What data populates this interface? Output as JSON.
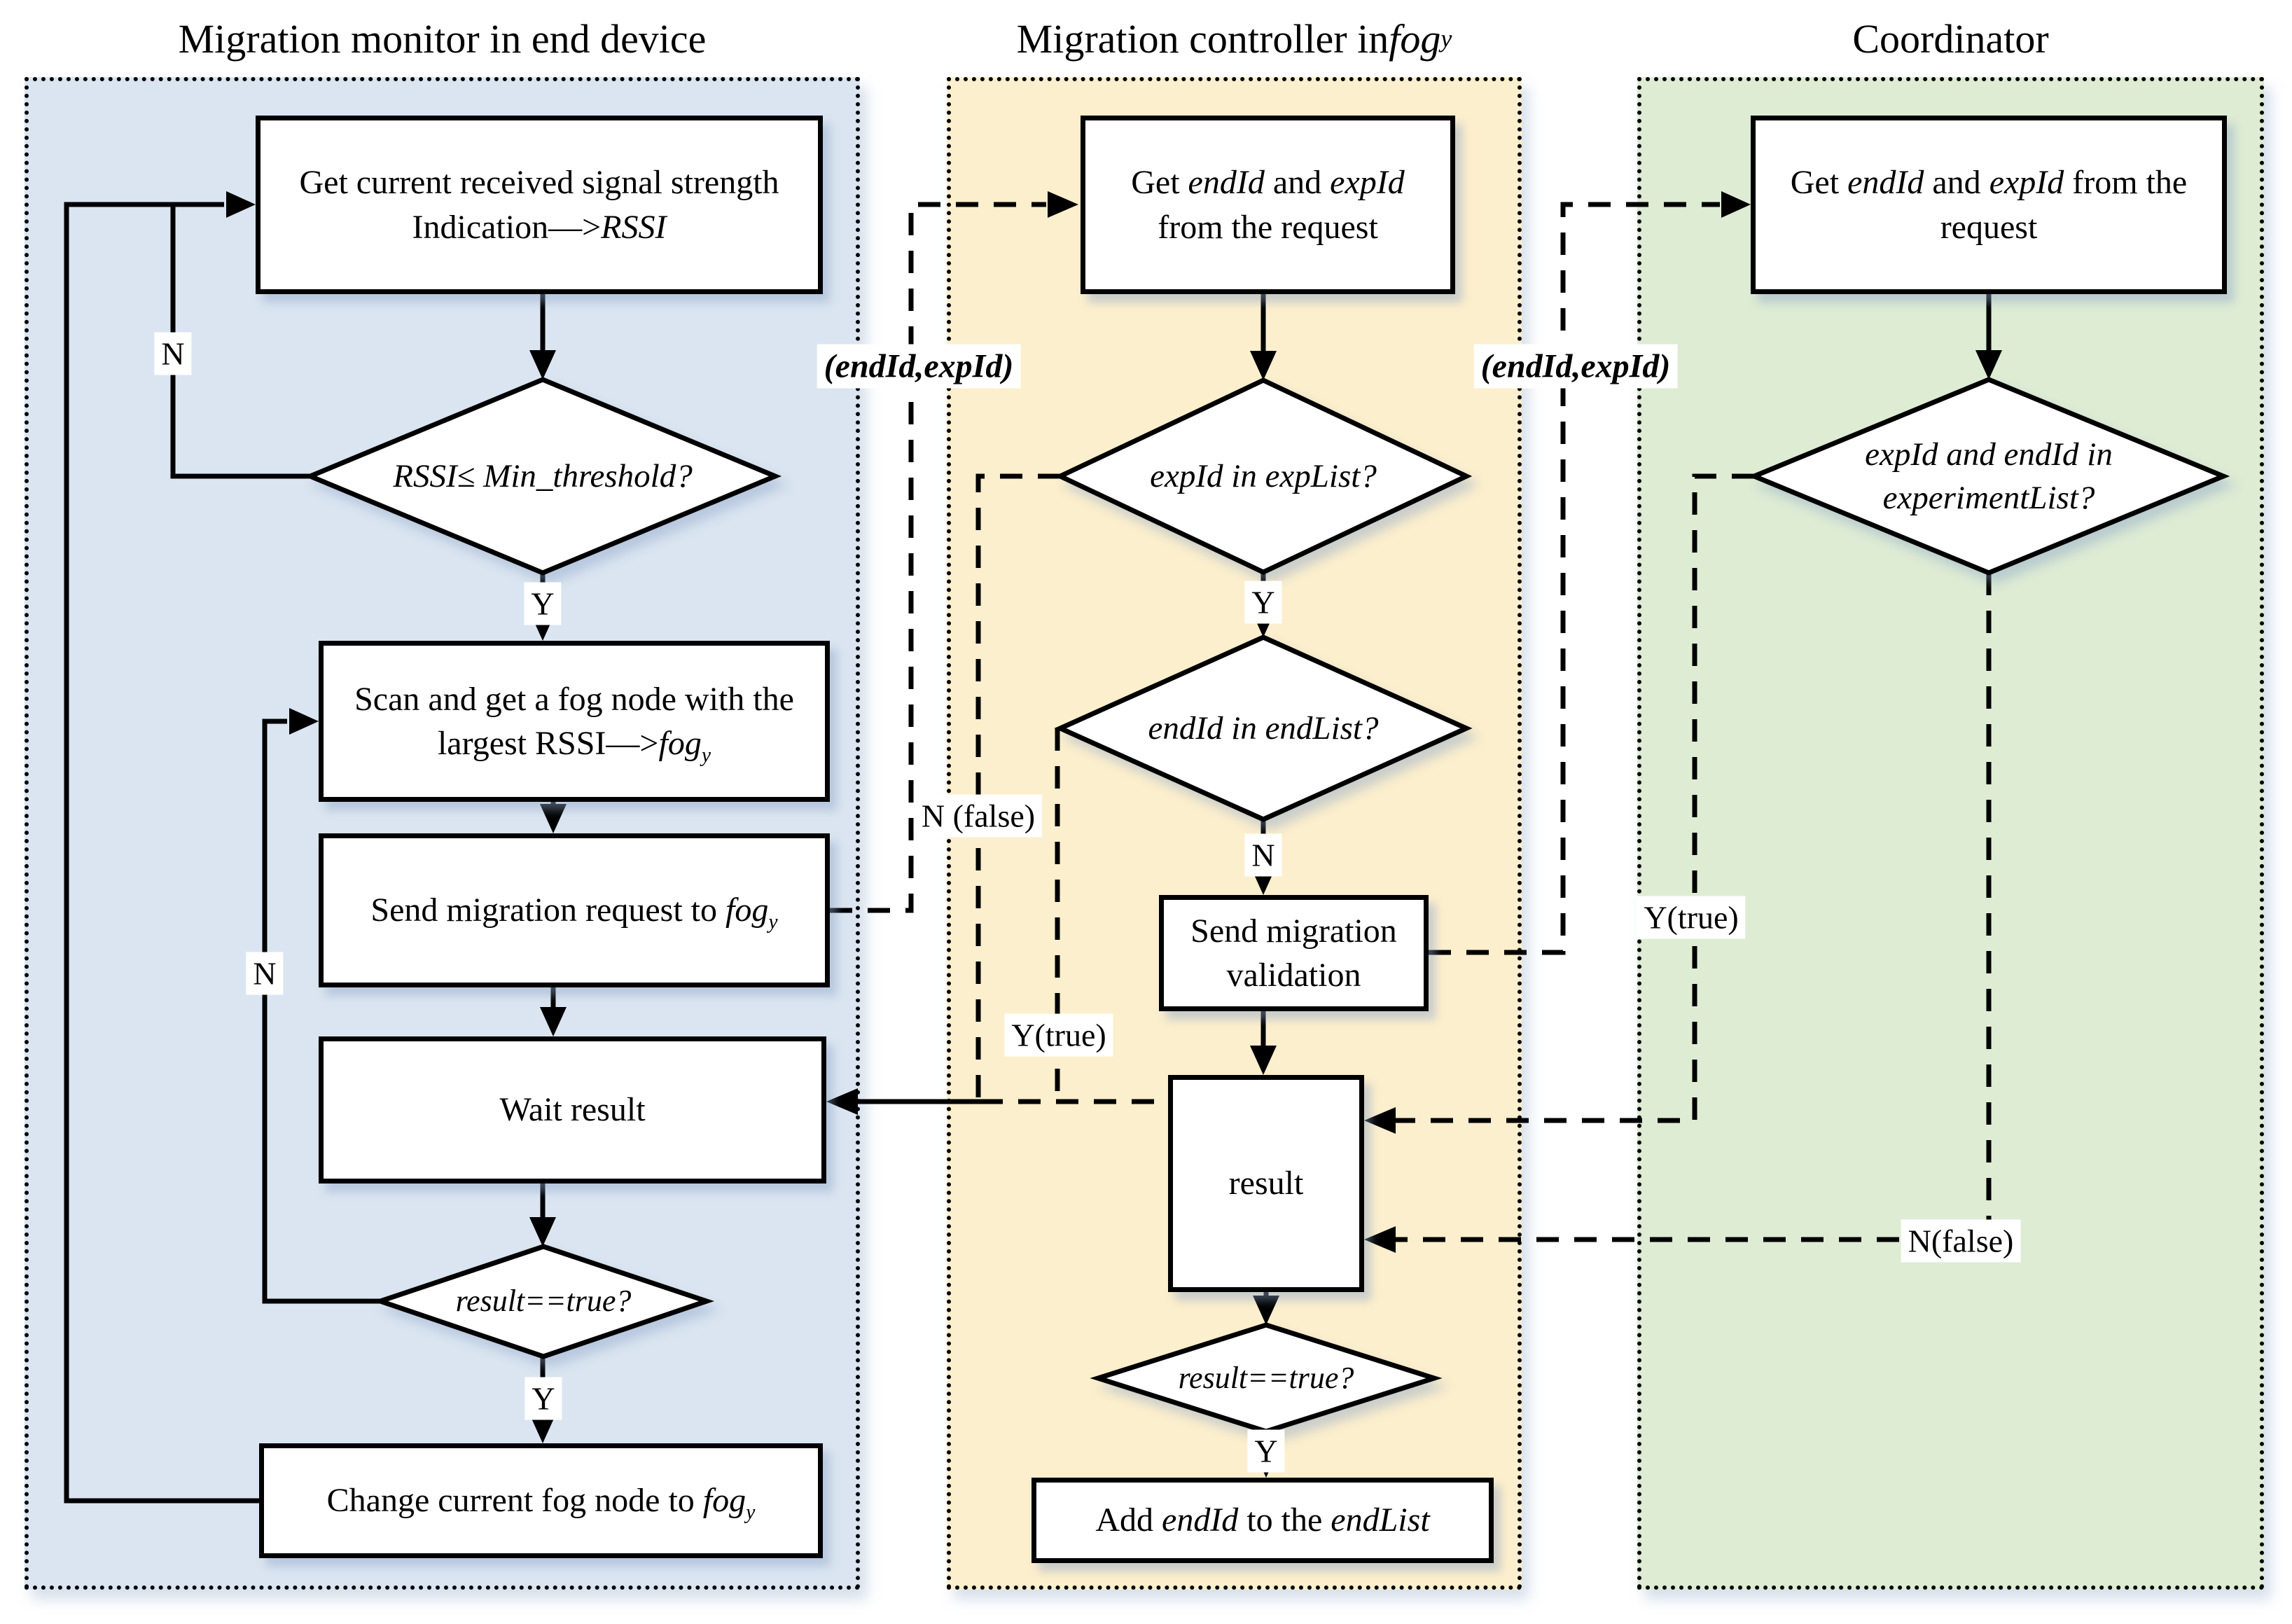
{
  "colors": {
    "lane_monitor_bg": "#dbe5f1",
    "lane_controller_bg": "#fcefcd",
    "lane_coordinator_bg": "#deecd4",
    "stroke": "#000000",
    "shape_fill": "#ffffff"
  },
  "lanes": [
    {
      "title_parts": [
        {
          "t": "Migration monitor in end device"
        }
      ]
    },
    {
      "title_parts": [
        {
          "t": "Migration controller in "
        },
        {
          "t": "fog",
          "i": 1
        },
        {
          "t": "y",
          "i": 1,
          "sub": 1
        }
      ]
    },
    {
      "title_parts": [
        {
          "t": "Coordinator"
        }
      ]
    }
  ],
  "nodes": {
    "a1": {
      "parts": [
        {
          "t": "Get current received signal strength Indication—>"
        },
        {
          "t": "RSSI",
          "i": 1
        }
      ]
    },
    "d1": {
      "parts": [
        {
          "t": "RSSI≤ Min_threshold?",
          "i": 1
        }
      ]
    },
    "a3": {
      "parts": [
        {
          "t": "Scan and get a fog node with the largest RSSI—>"
        },
        {
          "t": "fog",
          "i": 1
        },
        {
          "t": "y",
          "i": 1,
          "sub": 1
        }
      ]
    },
    "a4": {
      "parts": [
        {
          "t": "Send migration request to "
        },
        {
          "t": "fog",
          "i": 1
        },
        {
          "t": "y",
          "i": 1,
          "sub": 1
        }
      ]
    },
    "a5": {
      "parts": [
        {
          "t": "Wait result"
        }
      ]
    },
    "d2": {
      "parts": [
        {
          "t": "result==true?",
          "i": 1
        }
      ]
    },
    "a7": {
      "parts": [
        {
          "t": "Change current fog node to "
        },
        {
          "t": "fog",
          "i": 1
        },
        {
          "t": "y",
          "i": 1,
          "sub": 1
        }
      ]
    },
    "b1": {
      "parts": [
        {
          "t": "Get "
        },
        {
          "t": "endId",
          "i": 1
        },
        {
          "t": " and "
        },
        {
          "t": "expId",
          "i": 1
        },
        {
          "t": " from the request"
        }
      ]
    },
    "d3": {
      "parts": [
        {
          "t": "expId in expList?",
          "i": 1
        }
      ]
    },
    "d4": {
      "parts": [
        {
          "t": "endId in endList?",
          "i": 1
        }
      ]
    },
    "b2": {
      "parts": [
        {
          "t": "Send migration validation"
        }
      ]
    },
    "b3": {
      "parts": [
        {
          "t": "result"
        }
      ]
    },
    "d5": {
      "parts": [
        {
          "t": "result==true?",
          "i": 1
        }
      ]
    },
    "b4": {
      "parts": [
        {
          "t": "Add "
        },
        {
          "t": "endId",
          "i": 1
        },
        {
          "t": " to the "
        },
        {
          "t": "endList",
          "i": 1
        }
      ]
    },
    "c1": {
      "parts": [
        {
          "t": "Get "
        },
        {
          "t": "endId",
          "i": 1
        },
        {
          "t": " and "
        },
        {
          "t": "expId",
          "i": 1
        },
        {
          "t": " from the request"
        }
      ]
    },
    "d6": {
      "parts": [
        {
          "t": "expId and endId  in",
          "i": 1
        },
        {
          "br": 1
        },
        {
          "t": "experimentList?",
          "i": 1
        }
      ]
    }
  },
  "edge_labels": {
    "n1": "N",
    "y1": "Y",
    "n2": "N",
    "y2": "Y",
    "y3": "Y",
    "n4": "N",
    "y5": "Y",
    "nfalse_mid": "N (false)",
    "ytrue_mid": "Y(true)",
    "ytrue_right": "Y(true)",
    "nfalse_right": "N(false)",
    "req1": "(endId,expId)",
    "req2": "(endId,expId)"
  }
}
